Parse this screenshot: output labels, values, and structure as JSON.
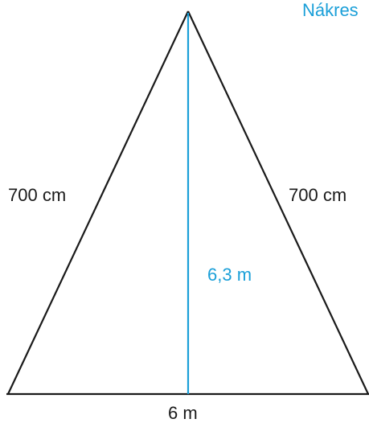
{
  "title": "Nákres",
  "labels": {
    "left_side": "700 cm",
    "right_side": "700 cm",
    "height": "6,3 m",
    "base": "6 m"
  },
  "colors": {
    "outline": "#1a1a1a",
    "accent": "#1a9fd8"
  }
}
